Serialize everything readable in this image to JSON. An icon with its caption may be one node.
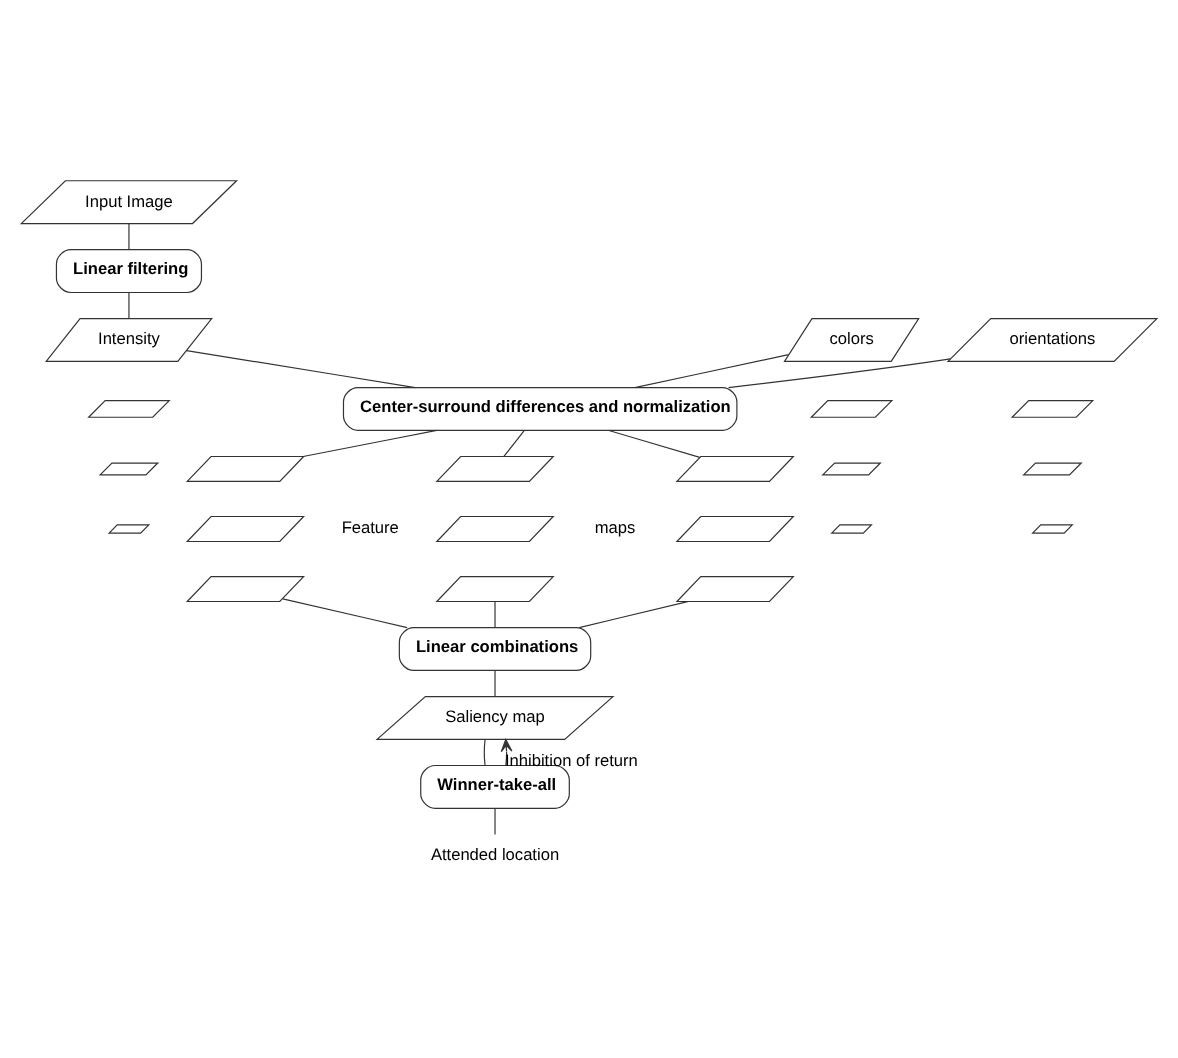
{
  "diagram": {
    "nodes": [
      {
        "text": [
          "Input Image"
        ]
      },
      {
        "text": [
          "Linear filtering"
        ]
      },
      {
        "text": [
          "colors"
        ]
      },
      {
        "text": [
          "Intensity"
        ]
      },
      {
        "text": [
          "orientations"
        ]
      },
      {
        "text": [],
        "shape": "parallelogram"
      },
      {
        "text": [],
        "shape": "parallelogram"
      },
      {
        "text": [],
        "shape": "parallelogram"
      },
      {
        "text": [],
        "shape": "parallelogram"
      },
      {
        "text": [],
        "shape": "parallelogram"
      },
      {
        "text": [],
        "shape": "parallelogram"
      },
      {
        "text": [],
        "shape": "parallelogram"
      },
      {
        "text": [],
        "shape": "parallelogram"
      },
      {
        "text": [],
        "shape": "parallelogram"
      },
      {
        "text": [
          "Center-surround differences and normalization"
        ]
      },
      {
        "text": [],
        "shape": "parallelogram"
      },
      {
        "text": [],
        "shape": "parallelogram"
      },
      {
        "text": [],
        "shape": "parallelogram"
      },
      {
        "text": [],
        "shape": "parallelogram"
      },
      {
        "text": [],
        "shape": "parallelogram"
      },
      {
        "text": [],
        "shape": "parallelogram"
      },
      {
        "text": [],
        "shape": "parallelogram"
      },
      {
        "text": [],
        "shape": "parallelogram"
      },
      {
        "text": [],
        "shape": "parallelogram"
      },
      {
        "text": [
          "Linear combinations"
        ]
      },
      {
        "text": [
          "Saliency map"
        ]
      },
      {
        "text": [
          "Winner-take-all"
        ]
      },
      {
        "text": [
          "Attended location"
        ]
      }
    ],
    "edges": [
      {
        "from": 0,
        "to": 1,
        "arrow": "none"
      },
      {
        "from": 1,
        "to": 3,
        "arrow": "none"
      },
      {
        "from": 2,
        "to": 14,
        "arrow": "none"
      },
      {
        "from": 3,
        "to": 14,
        "arrow": "none"
      },
      {
        "from": 4,
        "to": 14,
        "arrow": "none"
      },
      {
        "from": 14,
        "to": 15,
        "arrow": "none"
      },
      {
        "from": 14,
        "to": 16,
        "arrow": "none"
      },
      {
        "from": 14,
        "to": 17,
        "arrow": "none"
      },
      {
        "from": 21,
        "to": 24,
        "arrow": "none"
      },
      {
        "from": 22,
        "to": 24,
        "arrow": "none"
      },
      {
        "from": 23,
        "to": 24,
        "arrow": "none"
      },
      {
        "from": 24,
        "to": 25,
        "arrow": "none"
      },
      {
        "from": 25,
        "to": 26,
        "arrow": "none"
      },
      {
        "from": 26,
        "to": 27,
        "arrow": "none"
      },
      {
        "from": 26,
        "to": 25,
        "arrow": "to",
        "label": "Inhibition of return"
      }
    ],
    "labels": [
      "Feature",
      "maps"
    ]
  }
}
